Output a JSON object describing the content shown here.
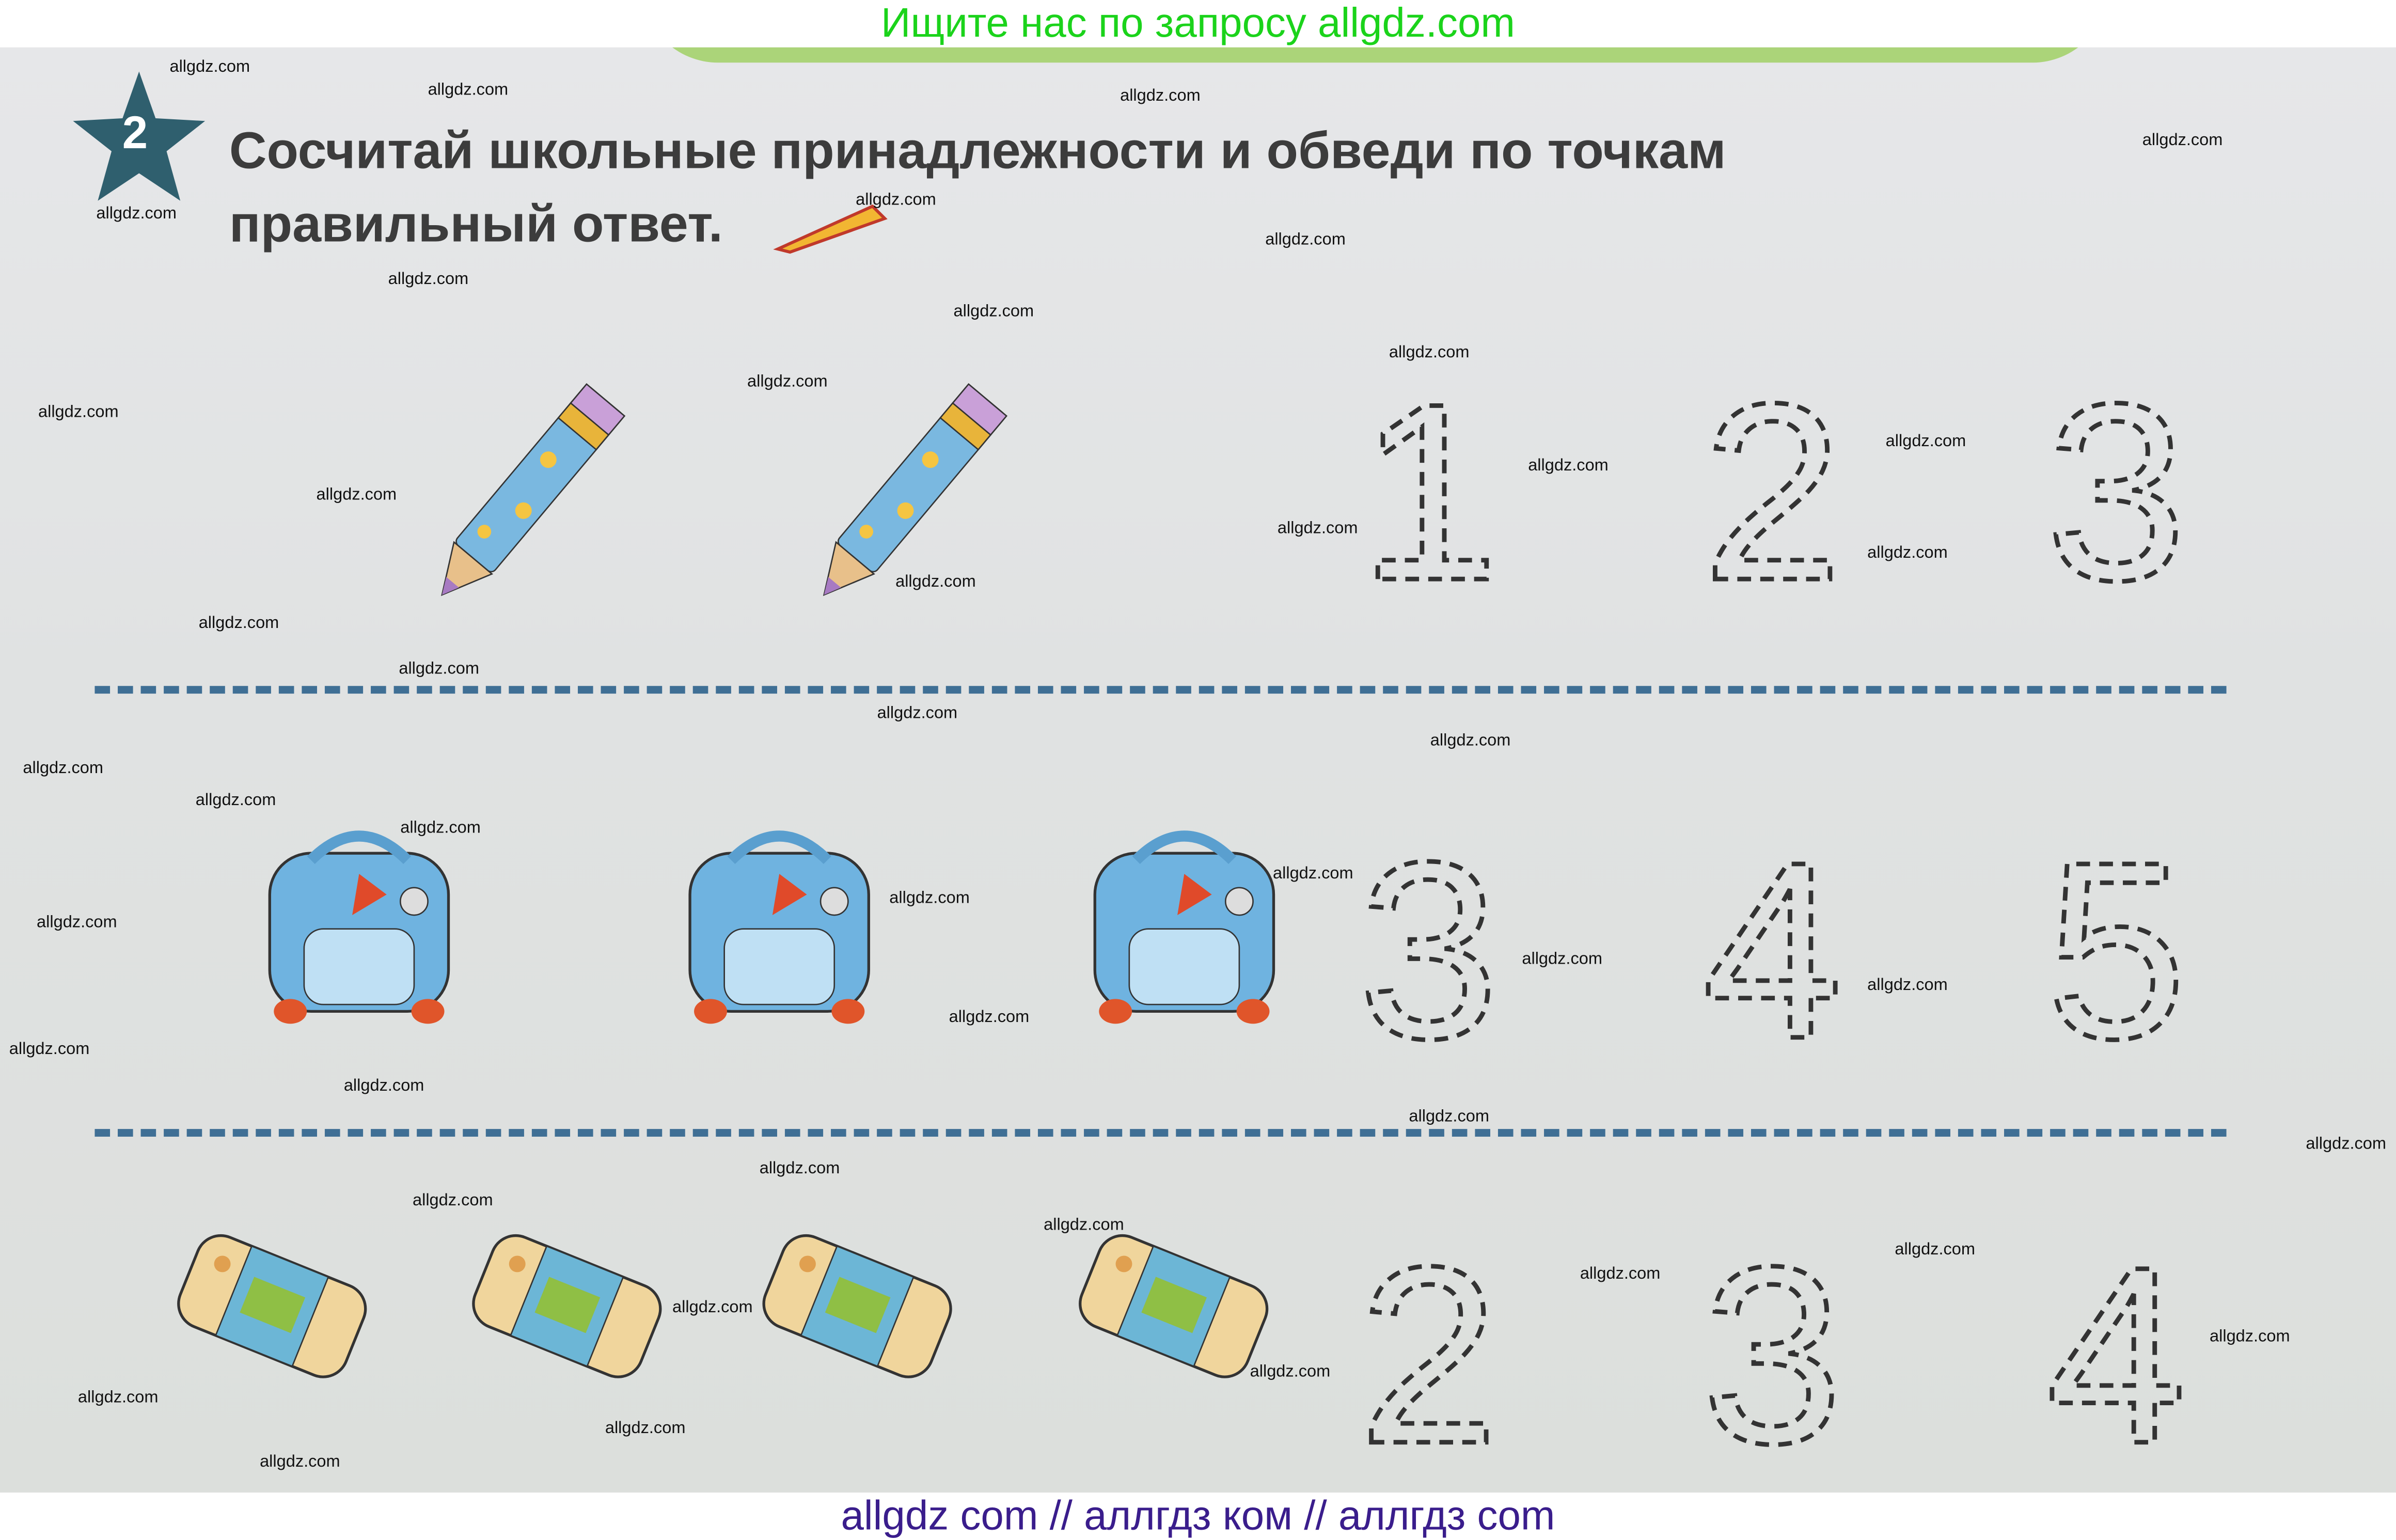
{
  "banner_top": "Ищите нас по запросу allgdz.com",
  "banner_bottom": "allgdz com  //  аллгдз ком  //  аллгдз com",
  "task": {
    "number": "2",
    "title_line1": "Сосчитай школьные принадлежности и обведи по точкам",
    "title_line2": "правильный ответ."
  },
  "rows": [
    {
      "item": "pencil",
      "count": 2,
      "options": [
        "1",
        "2",
        "3"
      ]
    },
    {
      "item": "backpack",
      "count": 3,
      "options": [
        "3",
        "4",
        "5"
      ]
    },
    {
      "item": "eraser",
      "count": 4,
      "options": [
        "2",
        "3",
        "4"
      ]
    }
  ],
  "watermark": "allgdz.com",
  "colors": {
    "banner_top": "#1bd31b",
    "banner_bottom": "#3a1d8c",
    "star": "#2f5f6e",
    "divider": "#3f6f95",
    "title": "#3c3c3c"
  }
}
